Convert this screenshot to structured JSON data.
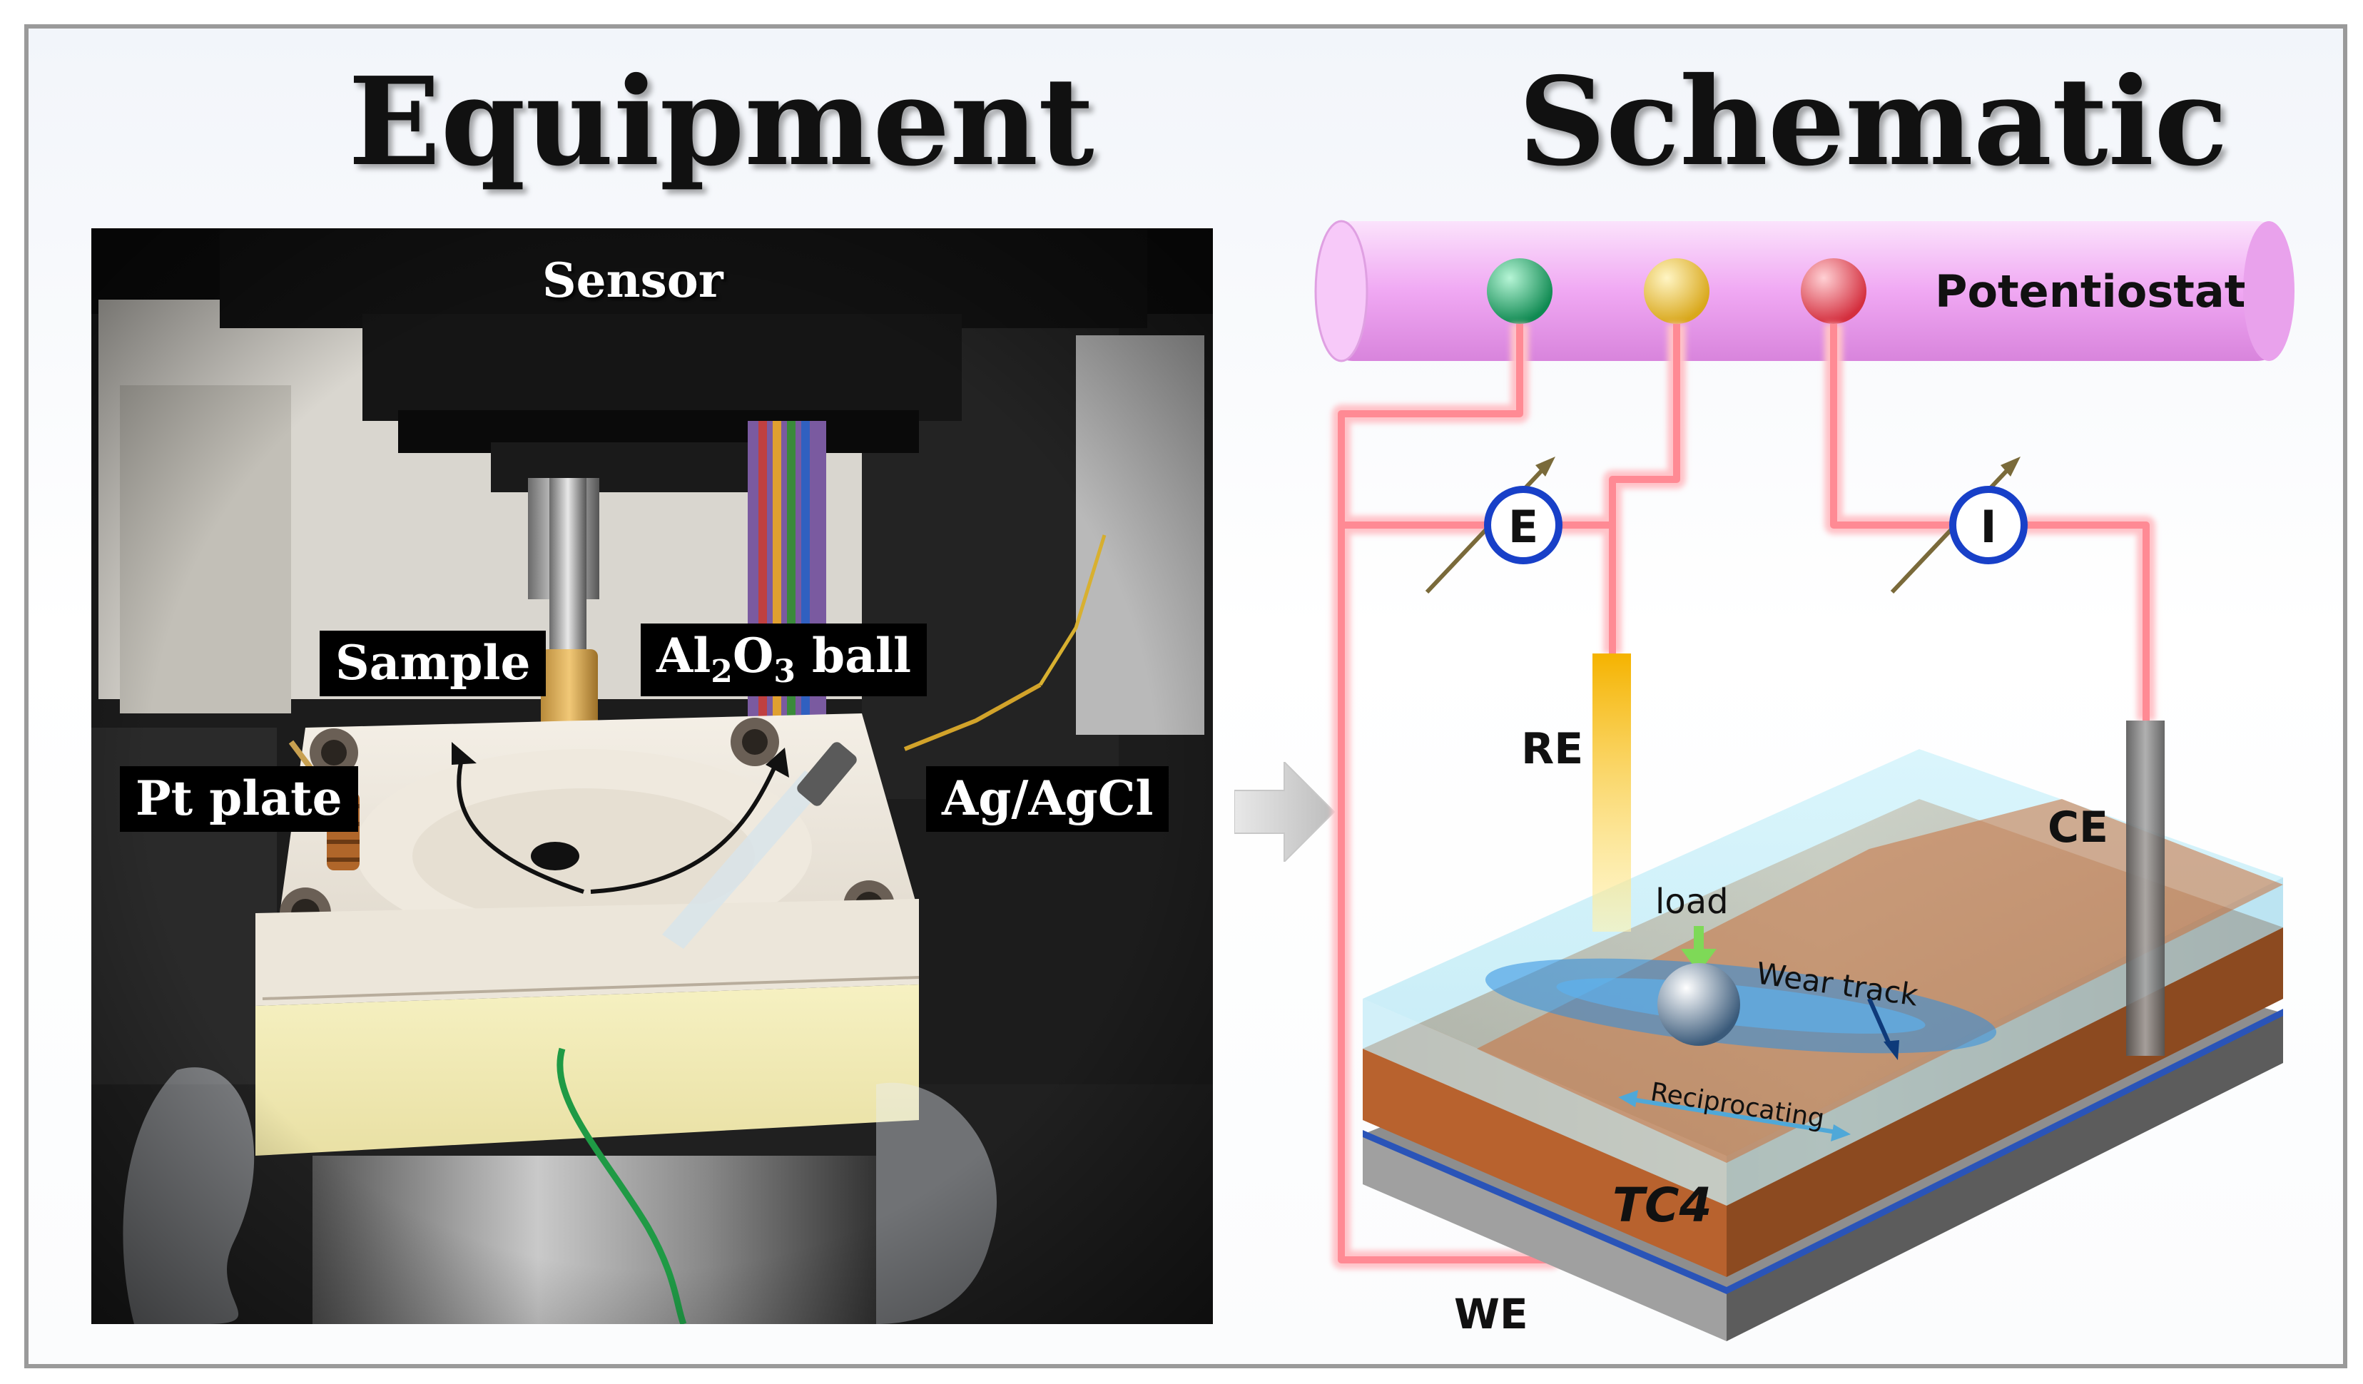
{
  "headings": {
    "equipment": "Equipment",
    "schematic": "Schematic"
  },
  "photo_labels": {
    "sensor": "Sensor",
    "sample": "Sample",
    "ball": {
      "main": "Al",
      "sub1": "2",
      "mid": "O",
      "sub2": "3",
      "tail": " ball"
    },
    "pt_plate": "Pt plate",
    "ag_agcl": "Ag/AgCl"
  },
  "schematic_labels": {
    "potentiostat": "Potentiostat",
    "meter_e": "E",
    "meter_i": "I",
    "re": "RE",
    "ce": "CE",
    "we": "WE",
    "load": "load",
    "wear_track": "Wear track",
    "reciprocating": "Reciprocating",
    "substrate": "TC4"
  },
  "colors": {
    "potentiostat_tube": "#f2b3f5",
    "wire": "#ff8a94",
    "terminal_green": "#1fa86a",
    "terminal_yellow": "#f2c93c",
    "terminal_red": "#e84a58",
    "meter_ring": "#1840c8",
    "re_electrode": "#f2b800",
    "ce_electrode": "#777777",
    "sample_block": "#c8703a",
    "electrolyte": "#a8e4f4"
  }
}
